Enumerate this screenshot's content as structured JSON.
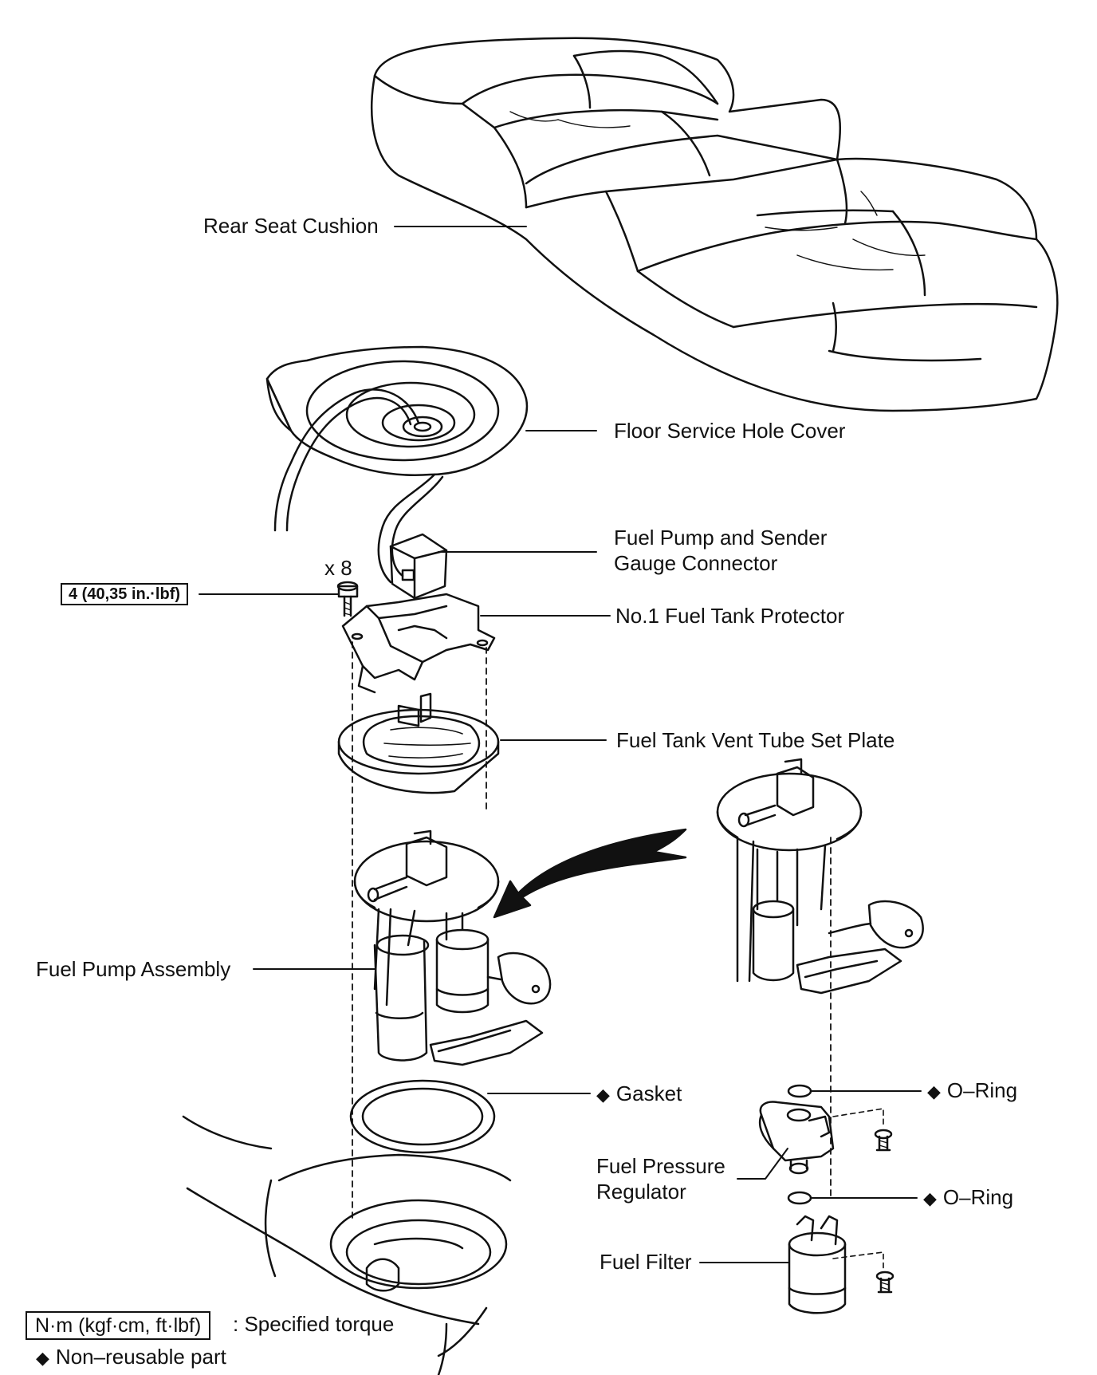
{
  "labels": {
    "rear_seat_cushion": "Rear Seat Cushion",
    "floor_service_hole_cover": "Floor Service Hole Cover",
    "connector_line1": "Fuel Pump and Sender",
    "connector_line2": "Gauge Connector",
    "fuel_tank_protector": "No.1 Fuel Tank Protector",
    "vent_tube_set_plate": "Fuel Tank Vent Tube Set Plate",
    "fuel_pump_assembly": "Fuel Pump Assembly",
    "gasket": "Gasket",
    "o_ring_upper": "O–Ring",
    "o_ring_lower": "O–Ring",
    "regulator_line1": "Fuel  Pressure",
    "regulator_line2": "Regulator",
    "fuel_filter": "Fuel Filter",
    "bolt_count": "x 8"
  },
  "torque": {
    "value": "4 (40,35 in.·lbf)"
  },
  "legend": {
    "torque_units": "N·m (kgf·cm, ft·lbf)",
    "torque_desc": ": Specified torque",
    "nonreusable_desc": "Non–reusable part"
  },
  "symbols": {
    "non_reusable": "◆"
  }
}
